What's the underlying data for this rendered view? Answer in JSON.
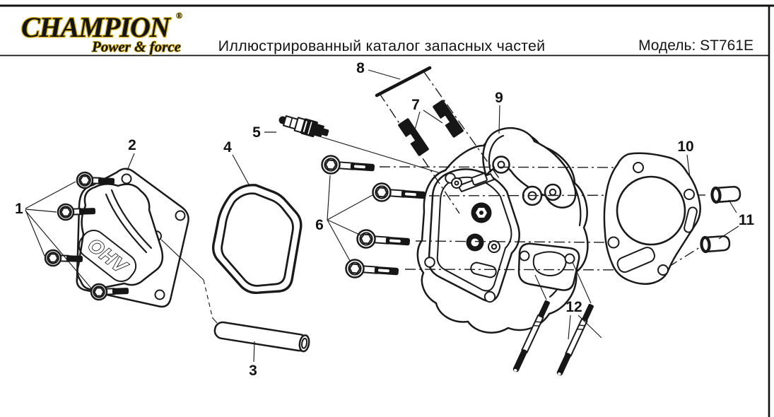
{
  "header": {
    "brand": {
      "name": "CHAMPION",
      "registered": "®",
      "tagline": "Power & force"
    },
    "title": "Иллюстрированный каталог запасных частей",
    "model": "Модель: ST761E"
  },
  "diagram": {
    "type": "exploded-parts-diagram",
    "subject": "Cylinder head assembly",
    "cover_embossing": "OHV",
    "callouts": [
      "1",
      "2",
      "3",
      "4",
      "5",
      "6",
      "7",
      "8",
      "9",
      "10",
      "11",
      "12"
    ]
  },
  "colors": {
    "brand_outline": "#d8b018",
    "ink": "#1a1a1a",
    "paper": "#ffffff"
  }
}
